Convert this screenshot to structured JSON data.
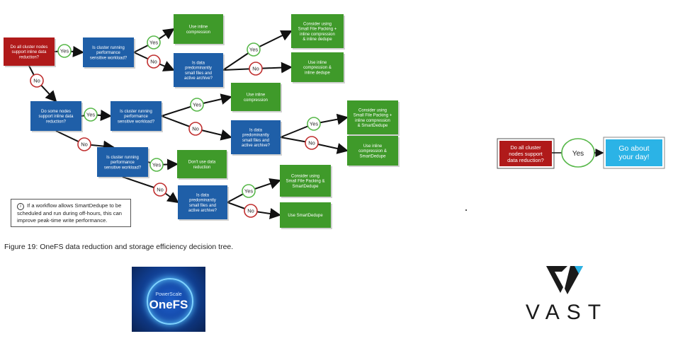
{
  "diagram": {
    "nodes": [
      {
        "id": "q1",
        "kind": "question-red",
        "lines": [
          "Do all cluster nodes",
          "support inline data",
          "reduction?"
        ]
      },
      {
        "id": "q2",
        "kind": "question",
        "lines": [
          "Is cluster running",
          "performance",
          "sensitive workload?"
        ]
      },
      {
        "id": "r1",
        "kind": "result",
        "lines": [
          "Use inline",
          "compression"
        ]
      },
      {
        "id": "q3",
        "kind": "question",
        "lines": [
          "Is data",
          "predominantly",
          "small files and",
          "active archive?"
        ]
      },
      {
        "id": "r2",
        "kind": "result",
        "lines": [
          "Consider using",
          "Small File Packing +",
          "inline compression",
          "& inline dedupe"
        ]
      },
      {
        "id": "r3",
        "kind": "result",
        "lines": [
          "Use inline",
          "compression &",
          "inline dedupe"
        ]
      },
      {
        "id": "q4",
        "kind": "question",
        "lines": [
          "Do some nodes",
          "support inline data",
          "reduction?"
        ]
      },
      {
        "id": "q5",
        "kind": "question",
        "lines": [
          "Is cluster running",
          "performance",
          "sensitive workload?"
        ]
      },
      {
        "id": "r4",
        "kind": "result",
        "lines": [
          "Use inline",
          "compression"
        ]
      },
      {
        "id": "q6",
        "kind": "question",
        "lines": [
          "Is data",
          "predominantly",
          "small files and",
          "active archive?"
        ]
      },
      {
        "id": "r5",
        "kind": "result",
        "lines": [
          "Consider using",
          "Small File Packing +",
          "inline compression",
          "& SmartDedupe"
        ]
      },
      {
        "id": "r6",
        "kind": "result",
        "lines": [
          "Use inline",
          "compression &",
          "SmartDedupe"
        ]
      },
      {
        "id": "q7",
        "kind": "question",
        "lines": [
          "Is cluster running",
          "performance",
          "sensitive workload?"
        ]
      },
      {
        "id": "r7",
        "kind": "result",
        "lines": [
          "Don't use data",
          "reduction"
        ]
      },
      {
        "id": "q8",
        "kind": "question",
        "lines": [
          "Is data",
          "predominantly",
          "small files and",
          "active archive?"
        ]
      },
      {
        "id": "r8",
        "kind": "result",
        "lines": [
          "Consider using",
          "Small File Packing &",
          "SmartDedupe"
        ]
      },
      {
        "id": "r9",
        "kind": "result",
        "lines": [
          "Use SmartDedupe"
        ]
      }
    ],
    "answers": [
      {
        "id": "a1",
        "text": "Yes"
      },
      {
        "id": "a2",
        "text": "No"
      },
      {
        "id": "a3",
        "text": "Yes"
      },
      {
        "id": "a4",
        "text": "No"
      },
      {
        "id": "a5",
        "text": "Yes"
      },
      {
        "id": "a6",
        "text": "No"
      },
      {
        "id": "a7",
        "text": "Yes"
      },
      {
        "id": "a8",
        "text": "No"
      },
      {
        "id": "a9",
        "text": "Yes"
      },
      {
        "id": "a10",
        "text": "No"
      },
      {
        "id": "a11",
        "text": "Yes"
      },
      {
        "id": "a12",
        "text": "No"
      },
      {
        "id": "a13",
        "text": "Yes"
      },
      {
        "id": "a14",
        "text": "No"
      },
      {
        "id": "a15",
        "text": "Yes"
      },
      {
        "id": "a16",
        "text": "No"
      }
    ],
    "note": "If a workflow allows SmartDedupe to be scheduled and run during off-hours, this can improve peak-time write performance.",
    "note_icon": "info-icon",
    "caption": "Figure 19: OneFS data reduction and storage efficiency decision tree."
  },
  "vast_diagram": {
    "question": [
      "Do all cluster",
      "nodes support",
      "data reduction?"
    ],
    "answer": "Yes",
    "result": [
      "Go about",
      "your day!"
    ]
  },
  "logos": {
    "onefs_small": "PowerScale",
    "onefs_big": "OneFS",
    "vast": "VAST"
  },
  "colors": {
    "question_red": "#b01a1a",
    "question_blue": "#1f5fa8",
    "result_green": "#3f9a2a",
    "answer_yes": "#58b84a",
    "answer_no": "#c03030",
    "vast_result": "#2bb3e6"
  }
}
